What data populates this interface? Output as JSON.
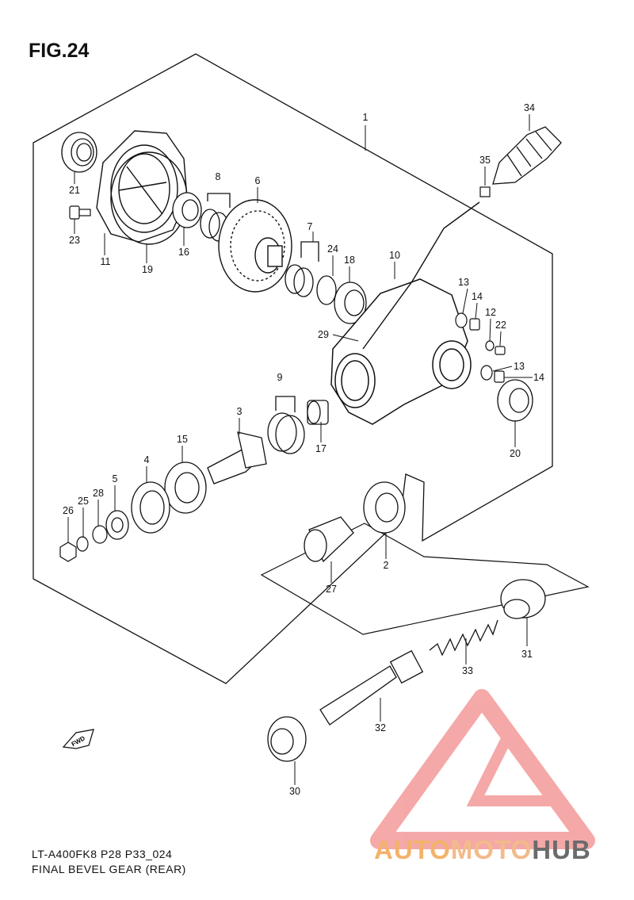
{
  "figure": {
    "title": "FIG.24",
    "code": "LT-A400FK8 P28 P33_024",
    "name": "FINAL BEVEL GEAR (REAR)",
    "direction_label": "FWD"
  },
  "callouts": {
    "c1": "1",
    "c2": "2",
    "c3": "3",
    "c4": "4",
    "c5": "5",
    "c6": "6",
    "c7": "7",
    "c8": "8",
    "c9": "9",
    "c10": "10",
    "c11": "11",
    "c12": "12",
    "c13a": "13",
    "c13b": "13",
    "c14a": "14",
    "c14b": "14",
    "c15": "15",
    "c16": "16",
    "c17": "17",
    "c18": "18",
    "c19": "19",
    "c20": "20",
    "c21": "21",
    "c22": "22",
    "c23": "23",
    "c24": "24",
    "c25": "25",
    "c26": "26",
    "c27": "27",
    "c28": "28",
    "c29": "29",
    "c30": "30",
    "c31": "31",
    "c32": "32",
    "c33": "33",
    "c34": "34",
    "c35": "35"
  },
  "watermark": {
    "part1": "AUTO",
    "part2": "MOTO",
    "part3": "HUB",
    "colors": {
      "triangle": "#f28c8c",
      "auto": "#f4b26a",
      "moto": "#f2bb8a",
      "hub": "#6b6b6b"
    }
  }
}
